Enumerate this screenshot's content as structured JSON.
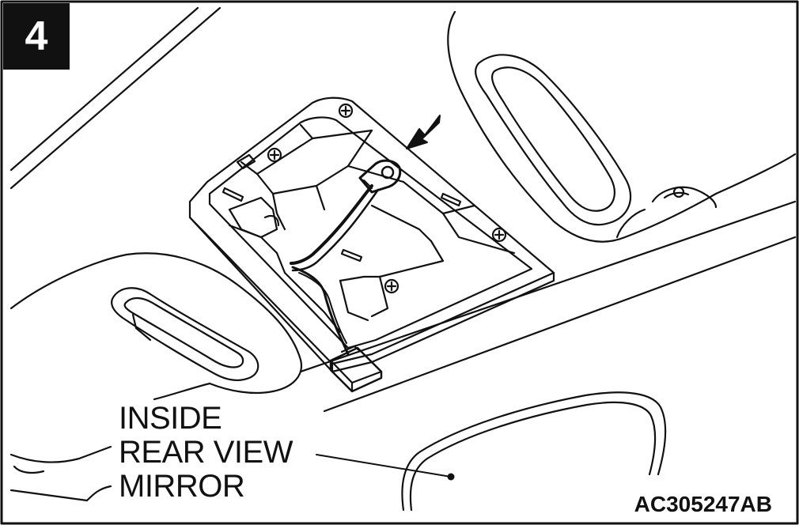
{
  "step_number": "4",
  "callout": {
    "line1": "INSIDE",
    "line2": "REAR VIEW",
    "line3": "MIRROR"
  },
  "figure_code": "AC305247AB",
  "colors": {
    "ink": "#111111",
    "background": "#ffffff"
  }
}
